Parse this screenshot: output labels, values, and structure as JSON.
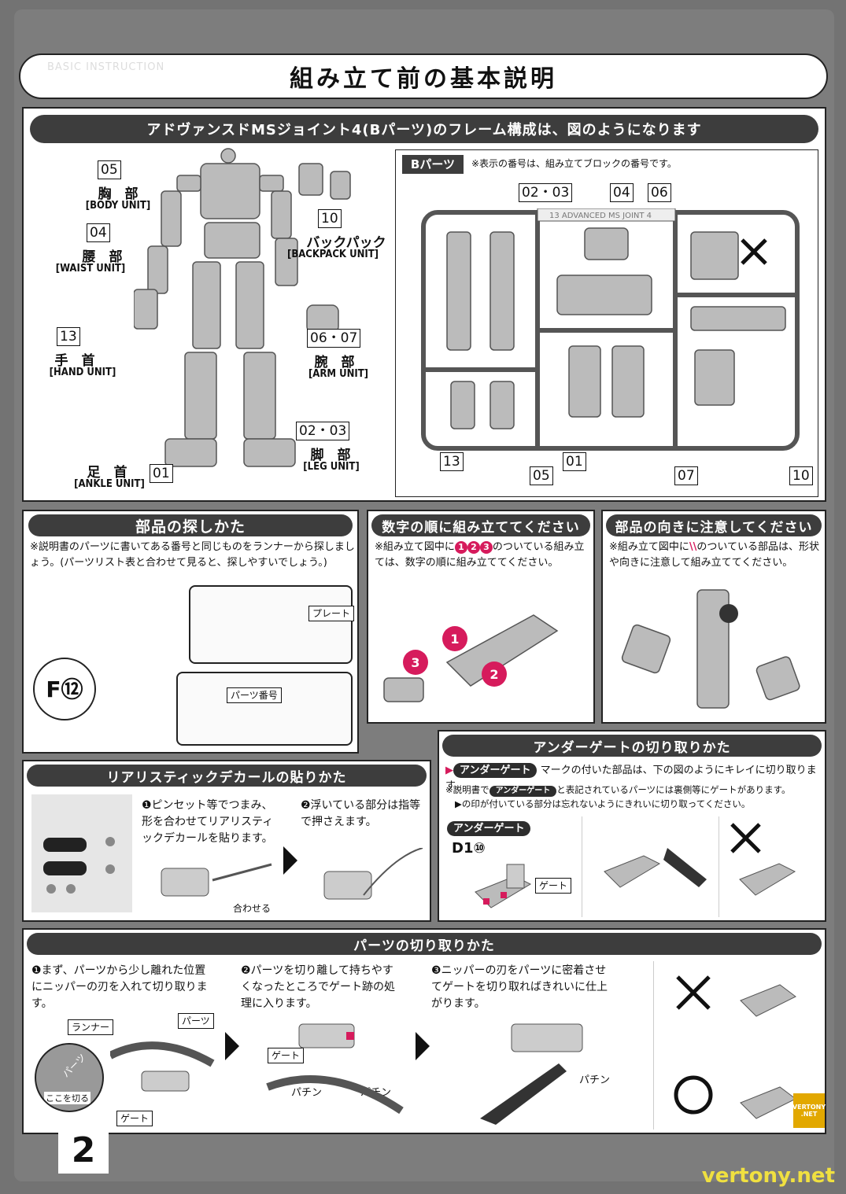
{
  "page": {
    "title": "組み立て前の基本説明",
    "ghost_text": "BASIC INSTRUCTION",
    "page_number": "2",
    "watermark_url": "vertony.net",
    "logo_line1": "VERTONY",
    "logo_line2": ".NET"
  },
  "frame": {
    "header": "アドヴァンスドMSジョイント4(Bパーツ)のフレーム構成は、図のようになります",
    "units": [
      {
        "num": "05",
        "jp": "胸　部",
        "en": "[BODY UNIT]"
      },
      {
        "num": "04",
        "jp": "腰　部",
        "en": "[WAIST UNIT]"
      },
      {
        "num": "13",
        "jp": "手　首",
        "en": "[HAND UNIT]"
      },
      {
        "num": "01",
        "jp": "足　首",
        "en": "[ANKLE UNIT]"
      },
      {
        "num": "10",
        "jp": "バックパック",
        "en": "[BACKPACK UNIT]"
      },
      {
        "num": "06・07",
        "jp": "腕　部",
        "en": "[ARM UNIT]"
      },
      {
        "num": "02・03",
        "jp": "脚　部",
        "en": "[LEG UNIT]"
      }
    ],
    "b_parts_label": "Bパーツ",
    "b_parts_note": "※表示の番号は、組み立てブロックの番号です。",
    "runner_text": "13 ADVANCED MS JOINT 4",
    "runner_numbers": [
      "02",
      "03",
      "04",
      "06",
      "13",
      "05",
      "01",
      "07",
      "10"
    ]
  },
  "find_parts": {
    "header": "部品の探しかた",
    "note": "※説明書のパーツに書いてある番号と同じものをランナーから探しましょう。(パーツリスト表と合わせて見ると、探しやすいでしょう。)",
    "badge": "F⑫",
    "callout_plate": "プレート",
    "callout_number": "パーツ番号"
  },
  "order": {
    "header": "数字の順に組み立ててください",
    "note_prefix": "※組み立て図中に",
    "note_suffix": "のついている組み立ては、数字の順に組み立ててください。",
    "nums": [
      "1",
      "2",
      "3"
    ]
  },
  "direction": {
    "header": "部品の向きに注意してください",
    "note_prefix": "※組み立て図中に",
    "note_suffix": "のついている部品は、形状や向きに注意して組み立ててください。"
  },
  "undergate": {
    "header": "アンダーゲートの切り取りかた",
    "tag": "アンダーゲート",
    "line1": "マークの付いた部品は、下の図のようにキレイに切り取ります。",
    "line2_prefix": "※説明書で",
    "line2_suffix": "と表記されているパーツには裏側等にゲートがあります。",
    "line3": "▶の印が付いている部分は忘れないようにきれいに切り取ってください。",
    "part_code": "D1⑩",
    "gate_label": "ゲート"
  },
  "decal": {
    "header": "リアリスティックデカールの貼りかた",
    "step1": "❶ピンセット等でつまみ、形を合わせてリアリスティックデカールを貼ります。",
    "step2": "❷浮いている部分は指等で押さえます。",
    "align_label": "合わせる"
  },
  "cutting": {
    "header": "パーツの切り取りかた",
    "step1": "❶まず、パーツから少し離れた位置にニッパーの刃を入れて切り取ります。",
    "step2": "❷パーツを切り離して持ちやすくなったところでゲート跡の処理に入ります。",
    "step3": "❸ニッパーの刃をパーツに密着させてゲートを切り取ればきれいに仕上がります。",
    "label_runner": "ランナー",
    "label_parts": "パーツ",
    "label_gate": "ゲート",
    "label_cut_here": "ここを切る",
    "label_parts_small": "パーツ",
    "sound": "パチン"
  }
}
